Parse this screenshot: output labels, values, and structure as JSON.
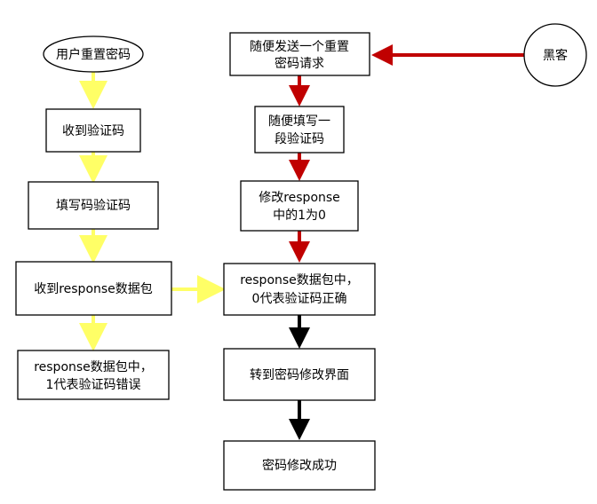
{
  "colors": {
    "user_flow_arrow": "#ffff66",
    "attack_arrow": "#c00000",
    "result_arrow": "#000000"
  },
  "nodes": {
    "user_start": {
      "shape": "ellipse",
      "lines": [
        "用户重置密码"
      ]
    },
    "receive_code": {
      "lines": [
        "收到验证码"
      ]
    },
    "fill_code": {
      "lines": [
        "填写码验证码"
      ]
    },
    "receive_response": {
      "lines": [
        "收到response数据包"
      ]
    },
    "response_fail": {
      "lines": [
        "response数据包中，",
        "1代表验证码错误"
      ]
    },
    "hacker": {
      "shape": "circle",
      "lines": [
        "黑客"
      ]
    },
    "random_reset_request": {
      "lines": [
        "随便发送一个重置",
        "密码请求"
      ]
    },
    "random_code": {
      "lines": [
        "随便填写一",
        "段验证码"
      ]
    },
    "modify_response": {
      "lines": [
        "修改response",
        "中的1为0"
      ]
    },
    "response_success": {
      "lines": [
        "response数据包中，",
        "0代表验证码正确"
      ]
    },
    "goto_change_page": {
      "lines": [
        "转到密码修改界面"
      ]
    },
    "change_success": {
      "lines": [
        "密码修改成功"
      ]
    }
  }
}
